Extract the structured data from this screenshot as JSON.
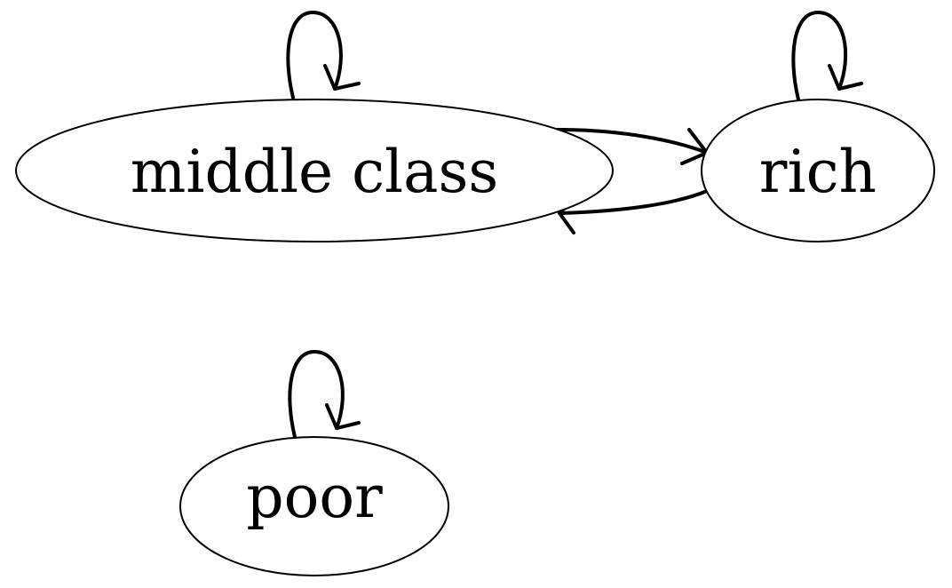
{
  "diagram": {
    "type": "directed-graph",
    "nodes": [
      {
        "id": "middle-class",
        "label": "middle class"
      },
      {
        "id": "rich",
        "label": "rich"
      },
      {
        "id": "poor",
        "label": "poor"
      }
    ],
    "edges": [
      {
        "from": "middle-class",
        "to": "middle-class"
      },
      {
        "from": "rich",
        "to": "rich"
      },
      {
        "from": "poor",
        "to": "poor"
      },
      {
        "from": "middle-class",
        "to": "rich"
      },
      {
        "from": "rich",
        "to": "middle-class"
      }
    ]
  }
}
